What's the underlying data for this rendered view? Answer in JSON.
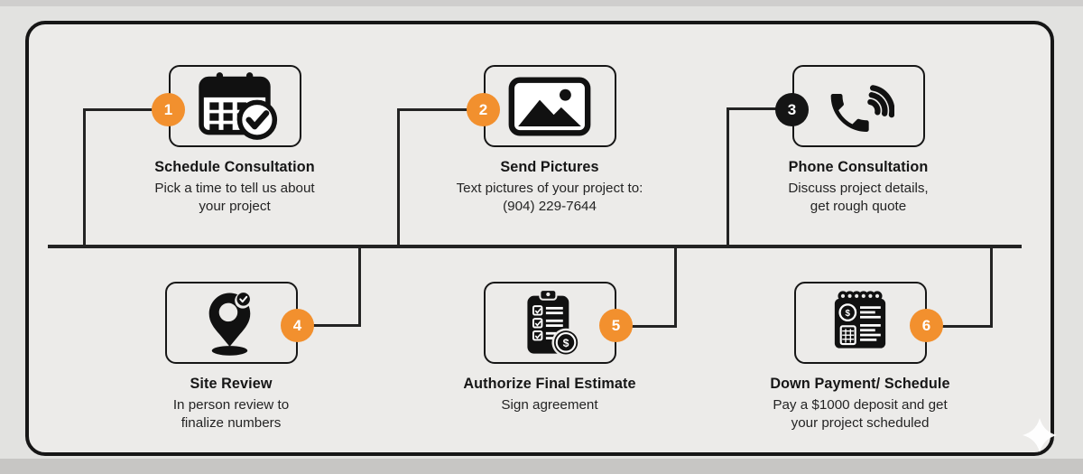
{
  "palette": {
    "canvas_bg": "#e2e2e0",
    "panel_bg": "#ecebe9",
    "band_top": "#cfcecd",
    "band_bottom": "#c7c6c4",
    "line": "#232323",
    "ink": "#161616",
    "accent": "#F2902E",
    "badge_dark": "#151515"
  },
  "steps": [
    {
      "number": "1",
      "title": "Schedule Consultation",
      "desc1": "Pick a time to tell us about",
      "desc2": "your project",
      "icon": "calendar-check-icon",
      "badge_style": "orange"
    },
    {
      "number": "2",
      "title": "Send Pictures",
      "desc1": "Text pictures of your project to:",
      "desc2": "(904) 229-7644",
      "icon": "picture-icon",
      "badge_style": "orange"
    },
    {
      "number": "3",
      "title": "Phone Consultation",
      "desc1": "Discuss project details,",
      "desc2": "get rough quote",
      "icon": "phone-icon",
      "badge_style": "dark"
    },
    {
      "number": "4",
      "title": "Site Review",
      "desc1": "In person review to",
      "desc2": "finalize numbers",
      "icon": "site-pin-check-icon",
      "badge_style": "orange"
    },
    {
      "number": "5",
      "title": "Authorize Final Estimate",
      "desc1": "Sign agreement",
      "desc2": "",
      "icon": "clipboard-dollar-icon",
      "badge_style": "orange"
    },
    {
      "number": "6",
      "title": "Down Payment/ Schedule",
      "desc1": "Pay a $1000 deposit and get",
      "desc2": "your project scheduled",
      "icon": "receipt-icon",
      "badge_style": "orange"
    }
  ]
}
